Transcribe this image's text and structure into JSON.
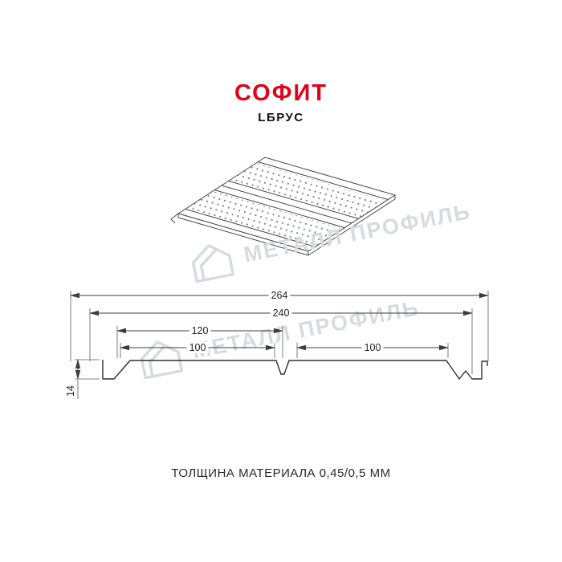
{
  "page": {
    "title": "СОФИТ",
    "subtitle": "LБРУС",
    "footer_note": "ТОЛЩИНА МАТЕРИАЛА 0,45/0,5 ММ"
  },
  "watermark": {
    "text": "МЕТАЛЛ ПРОФИЛЬ",
    "logo": "metall-profil-house-icon",
    "color": "#d6dbe1"
  },
  "colors": {
    "accent_red": "#e2001a",
    "drawing_line": "#3c3c3c",
    "perforation_dot": "#80858b"
  },
  "drawing": {
    "units": "mm",
    "dims": {
      "overall_width": "264",
      "useful_width": "240",
      "half_width": "120",
      "pan_left_width": "100",
      "pan_right_width": "100",
      "height": "14"
    },
    "thickness": "0,45/0,5"
  }
}
